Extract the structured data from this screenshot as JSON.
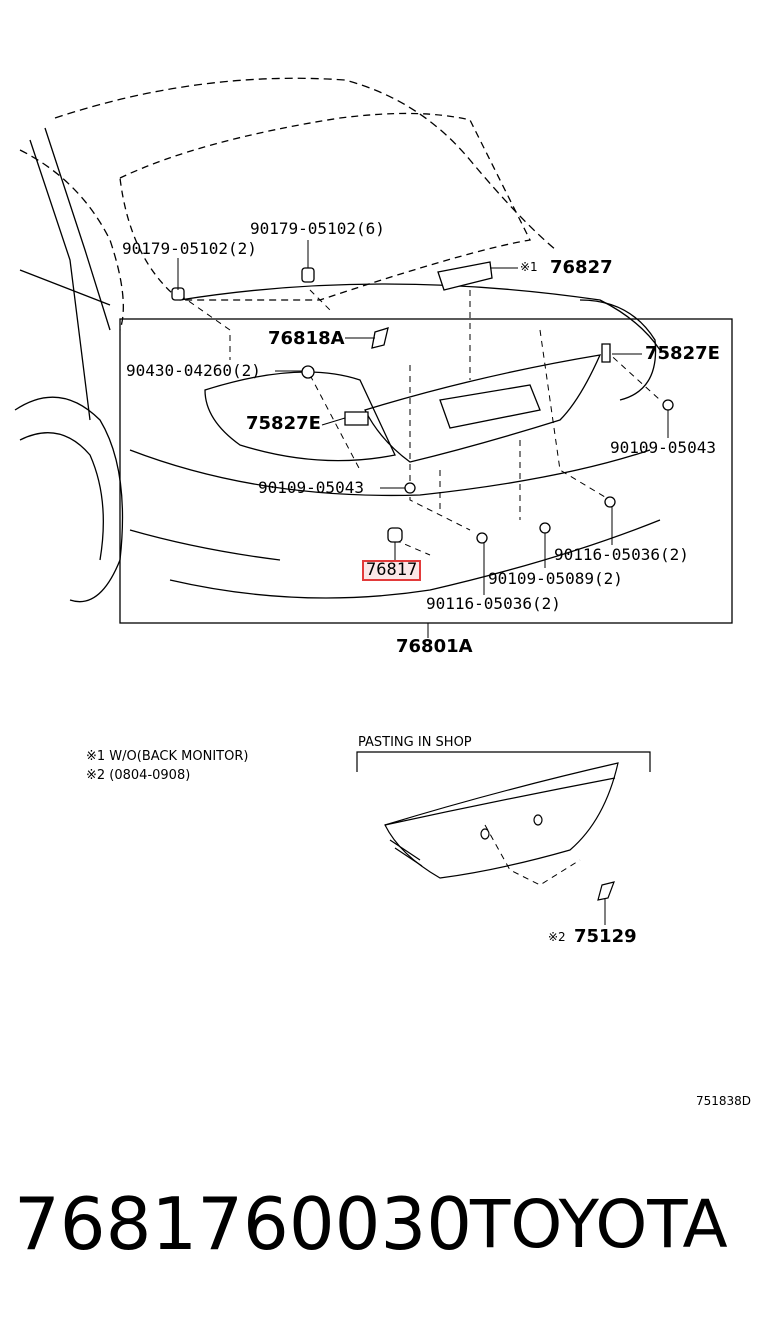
{
  "callouts": {
    "c_90179_05102_6": "90179-05102(6)",
    "c_90179_05102_2": "90179-05102(2)",
    "c_76827": "76827",
    "c_76827_mark": "※1",
    "c_76818A": "76818A",
    "c_75827E_right": "75827E",
    "c_90430_04260_2": "90430-04260(2)",
    "c_75827E_left": "75827E",
    "c_90109_05043_right": "90109-05043",
    "c_90109_05043_left": "90109-05043",
    "c_90116_05036_2_right": "90116-05036(2)",
    "c_76817": "76817",
    "c_90109_05089_2": "90109-05089(2)",
    "c_90116_05036_2_bottom": "90116-05036(2)",
    "c_76801A": "76801A",
    "c_75129": "75129",
    "c_75129_mark": "※2"
  },
  "notes": {
    "note1": "※1 W/O(BACK MONITOR)",
    "note2": "※2 (0804-0908)",
    "pasting": "PASTING IN SHOP"
  },
  "figure_code": "751838D",
  "footer": {
    "part_number": "7681760030",
    "brand": "TOYOTA"
  },
  "colors": {
    "highlight": "#e23a3a",
    "line": "#000000"
  }
}
